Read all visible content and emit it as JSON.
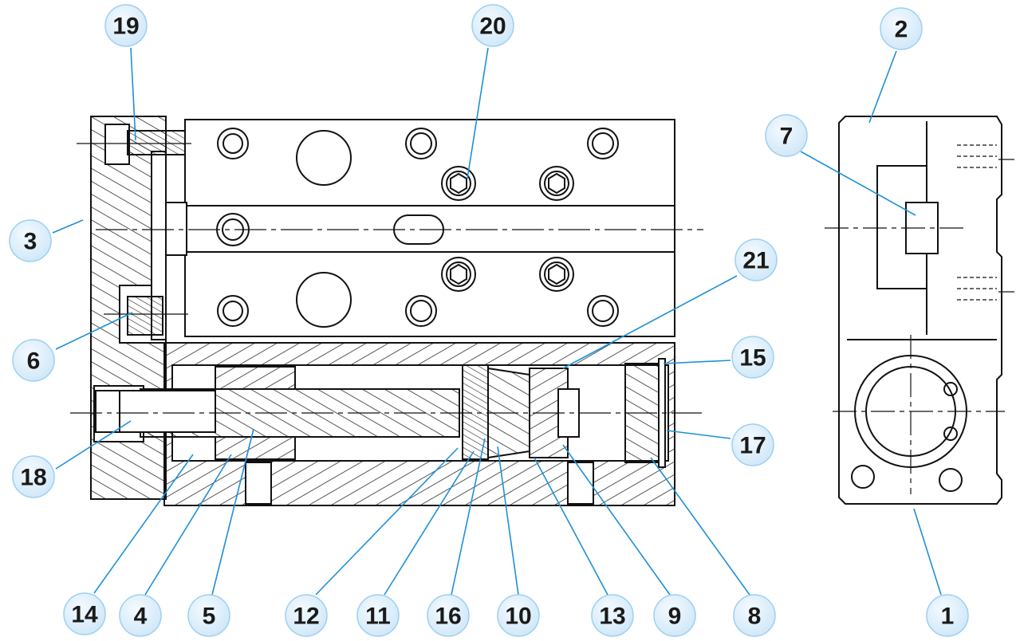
{
  "diagram": {
    "style": {
      "line_color": "#111111",
      "leader_color": "#1e90d6",
      "bubble_fill": "#d6ecfb",
      "bubble_edge": "#9cd0f2",
      "label_color": "#1a1a1a"
    },
    "callouts": [
      "19",
      "20",
      "2",
      "7",
      "3",
      "21",
      "6",
      "15",
      "17",
      "18",
      "14",
      "4",
      "5",
      "12",
      "11",
      "16",
      "10",
      "13",
      "9",
      "8",
      "1"
    ]
  }
}
